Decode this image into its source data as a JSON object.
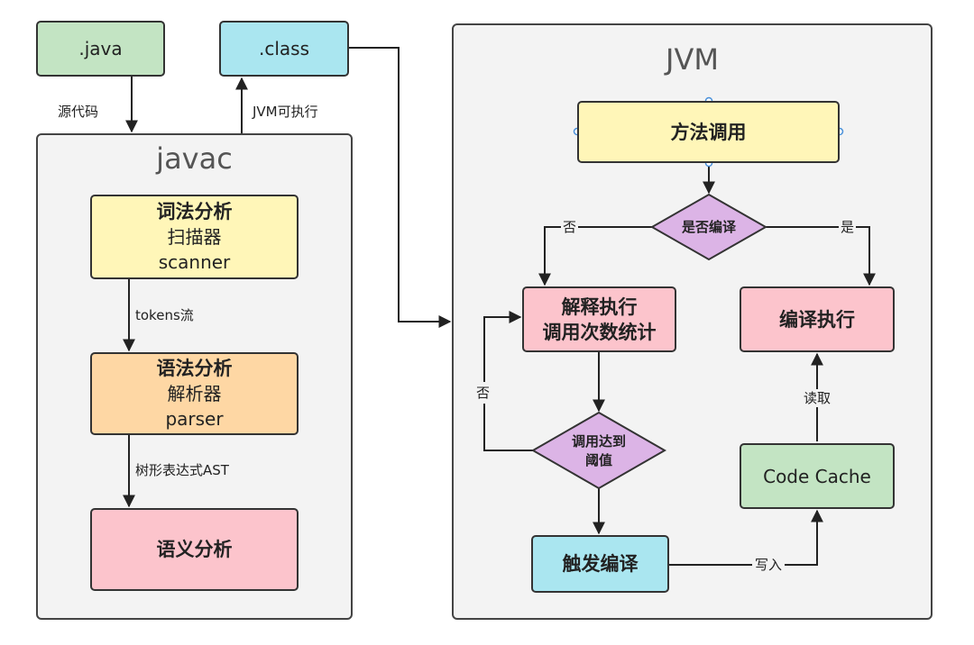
{
  "source_file": {
    "label": ".java"
  },
  "class_file": {
    "label": ".class"
  },
  "javac": {
    "title": "javac",
    "lexer": {
      "title": "词法分析",
      "line1": "扫描器",
      "line2": "scanner"
    },
    "parser": {
      "title": "语法分析",
      "line1": "解析器",
      "line2": "parser"
    },
    "semantic": {
      "title": "语义分析"
    }
  },
  "jvm": {
    "title": "JVM",
    "method_call": "方法调用",
    "compile_decision": "是否编译",
    "interpret": {
      "line1": "解释执行",
      "line2": "调用次数统计"
    },
    "compiled_exec": "编译执行",
    "threshold_decision": {
      "line1": "调用达到",
      "line2": "阈值"
    },
    "trigger_compile": "触发编译",
    "code_cache": "Code Cache"
  },
  "edge_labels": {
    "source_code": "源代码",
    "jvm_executable": "JVM可执行",
    "tokens_stream": "tokens流",
    "ast": "树形表达式AST",
    "no_left": "否",
    "yes_right": "是",
    "no_loop": "否",
    "read": "读取",
    "write": "写入"
  }
}
